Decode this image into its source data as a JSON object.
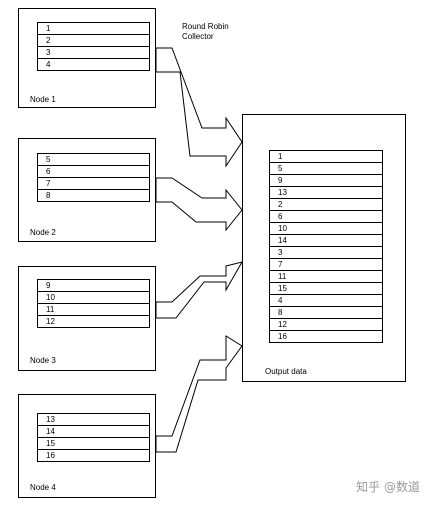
{
  "diagram": {
    "collector_label_line1": "Round Robin",
    "collector_label_line2": "Collector",
    "nodes": [
      {
        "label": "Node 1",
        "values": [
          "1",
          "2",
          "3",
          "4"
        ]
      },
      {
        "label": "Node 2",
        "values": [
          "5",
          "6",
          "7",
          "8"
        ]
      },
      {
        "label": "Node 3",
        "values": [
          "9",
          "10",
          "11",
          "12"
        ]
      },
      {
        "label": "Node 4",
        "values": [
          "13",
          "14",
          "15",
          "16"
        ]
      }
    ],
    "output": {
      "label": "Output data",
      "values": [
        "1",
        "5",
        "9",
        "13",
        "2",
        "6",
        "10",
        "14",
        "3",
        "7",
        "11",
        "15",
        "4",
        "8",
        "12",
        "16"
      ]
    }
  },
  "watermark": "知乎 @数道"
}
